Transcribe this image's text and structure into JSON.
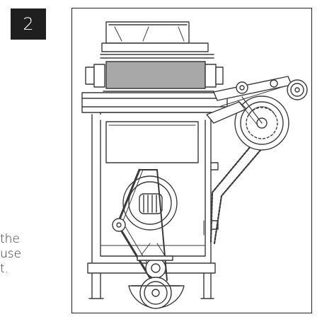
{
  "step": {
    "number": "2"
  },
  "instruction_fragment": {
    "lines": [
      "the",
      "use",
      "t."
    ]
  },
  "figure": {
    "icon": "machine-diagram-icon",
    "line_color": "#3a3a3a",
    "belt_fill": "#a8a8a8"
  }
}
